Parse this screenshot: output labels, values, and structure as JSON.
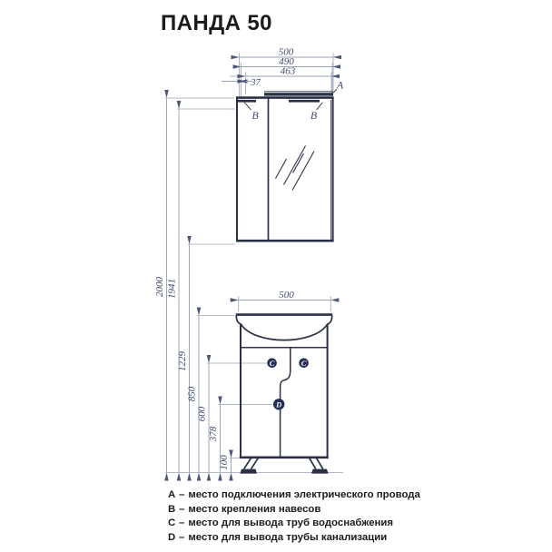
{
  "title": "ПАНДА 50",
  "dimensions": {
    "mirror_top": [
      "500",
      "490",
      "463",
      "37"
    ],
    "height": [
      "2000",
      "1941",
      "1229",
      "850",
      "600",
      "378",
      "100"
    ],
    "vanity_width": "500"
  },
  "markers": {
    "a": "A",
    "b": "B",
    "c": "C",
    "d": "D"
  },
  "legend": {
    "separator": "–",
    "items": [
      {
        "key": "A",
        "text": "место подключения электрического провода"
      },
      {
        "key": "B",
        "text": "место крепления навесов"
      },
      {
        "key": "C",
        "text": "место для вывода труб водоснабжения"
      },
      {
        "key": "D",
        "text": "место для вывода трубы канализации"
      }
    ]
  },
  "colors": {
    "line": "#2b3145",
    "dim": "#9aa3b5",
    "dimarrow": "#4d5878",
    "dimtext": "#3e4a6e",
    "mark": "#252e55",
    "ink": "#1b1b1b"
  }
}
